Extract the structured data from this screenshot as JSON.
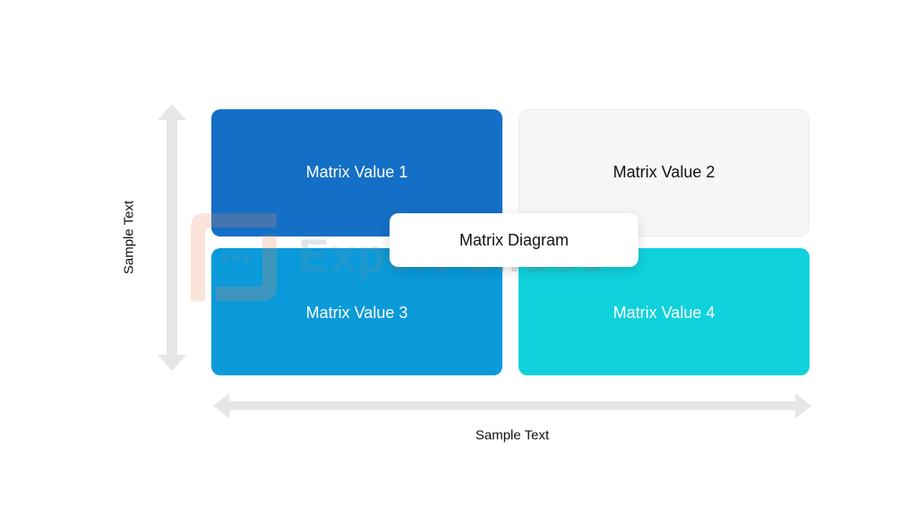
{
  "diagram": {
    "center_title": "Matrix Diagram",
    "quadrants": [
      {
        "label": "Matrix Value 1",
        "color": "#146fc6"
      },
      {
        "label": "Matrix Value 2",
        "color": "#f6f6f6"
      },
      {
        "label": "Matrix Value 3",
        "color": "#0a9ad9"
      },
      {
        "label": "Matrix Value 4",
        "color": "#0fd2dc"
      }
    ],
    "y_axis_label": "Sample Text",
    "x_axis_label": "Sample Text",
    "axis_color": "#e6e6e6"
  },
  "watermark": {
    "text": "Expert Slides",
    "logo_color": "#f08a5d"
  }
}
